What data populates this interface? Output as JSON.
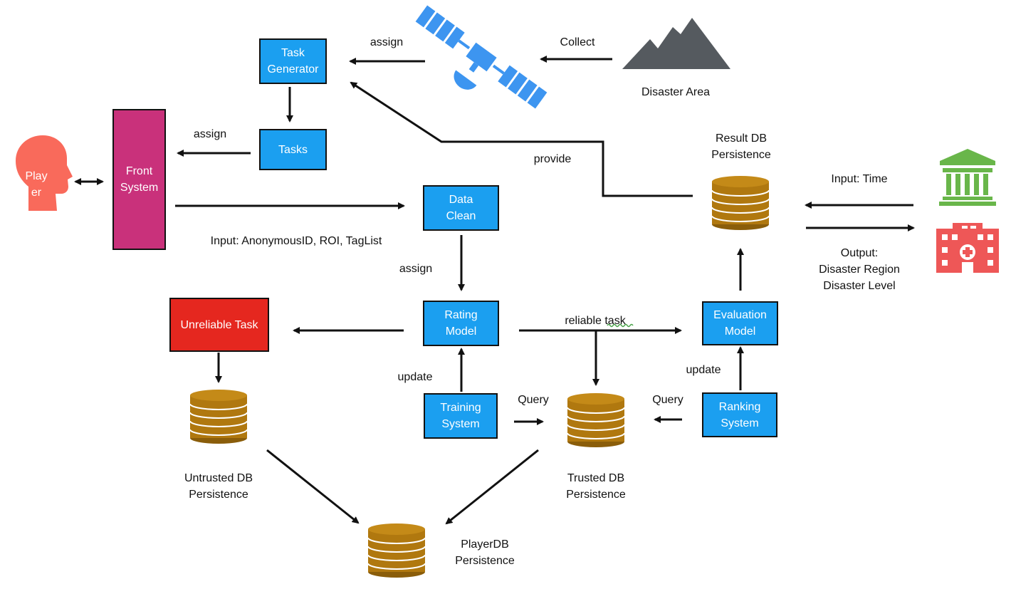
{
  "nodes": {
    "task_generator": "Task\nGenerator",
    "tasks": "Tasks",
    "front_system": "Front\nSystem",
    "player": "Play\ner",
    "data_clean": "Data\nClean",
    "rating_model": "Rating\nModel",
    "unreliable_task": "Unreliable Task",
    "evaluation_model": "Evaluation\nModel",
    "training_system": "Training\nSystem",
    "ranking_system": "Ranking\nSystem"
  },
  "labels": {
    "assign_top": "assign",
    "collect": "Collect",
    "disaster_area": "Disaster  Area",
    "assign_front": "assign",
    "provide": "provide",
    "result_db": "Result  DB\nPersistence",
    "input_time": "Input:  Time",
    "output": "Output:\nDisaster Region\nDisaster Level",
    "input_front": "Input:  AnonymousID,  ROI,  TagList",
    "assign_clean": "assign",
    "reliable_task": "reliable  task",
    "update_left": "update",
    "update_right": "update",
    "query_left": "Query",
    "query_right": "Query",
    "untrusted_db": "Untrusted  DB\nPersistence",
    "trusted_db": "Trusted DB\nPersistence",
    "player_db": "PlayerDB\nPersistence"
  },
  "icons": {
    "satellite": "satellite-icon",
    "mountain": "mountain-icon",
    "government": "government-building-icon",
    "hospital": "hospital-icon",
    "head": "player-head-icon",
    "database": "database-icon"
  },
  "colors": {
    "blue": "#1b9ff0",
    "front": "#c9317b",
    "unreliable": "#e5271f",
    "db": "#b0780f",
    "player": "#f96a5b",
    "mountain": "#555a5f",
    "green": "#69b64a",
    "hospital": "#ee5757"
  }
}
